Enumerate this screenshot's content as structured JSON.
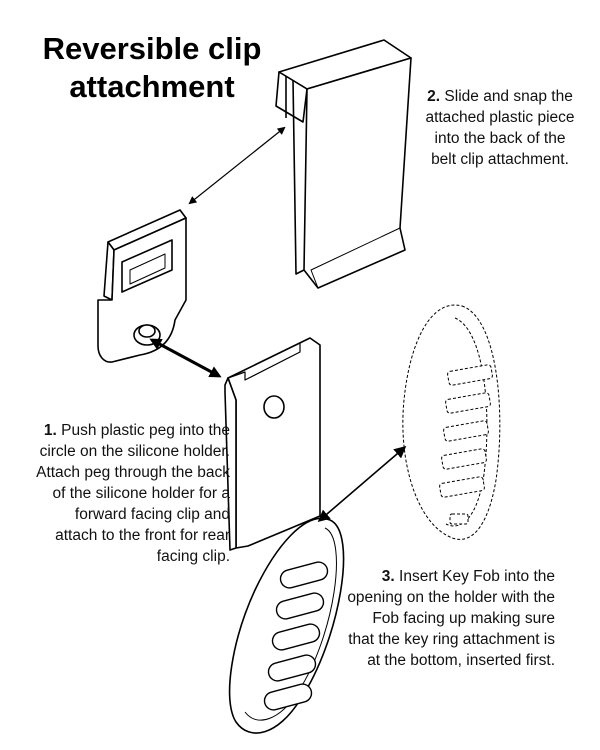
{
  "title": "Reversible clip attachment",
  "steps": [
    {
      "number": "2.",
      "text": "Slide and snap the attached plastic piece into the back of the belt clip attachment."
    },
    {
      "number": "1.",
      "text": "Push plastic peg into the circle on the silicone holder. Attach peg through the back of the silicone holder for a forward facing clip and attach to the front for rear facing clip."
    },
    {
      "number": "3.",
      "text": "Insert Key Fob into the opening on the holder with the Fob facing up making sure that the key ring attachment is at the bottom, inserted first."
    }
  ]
}
